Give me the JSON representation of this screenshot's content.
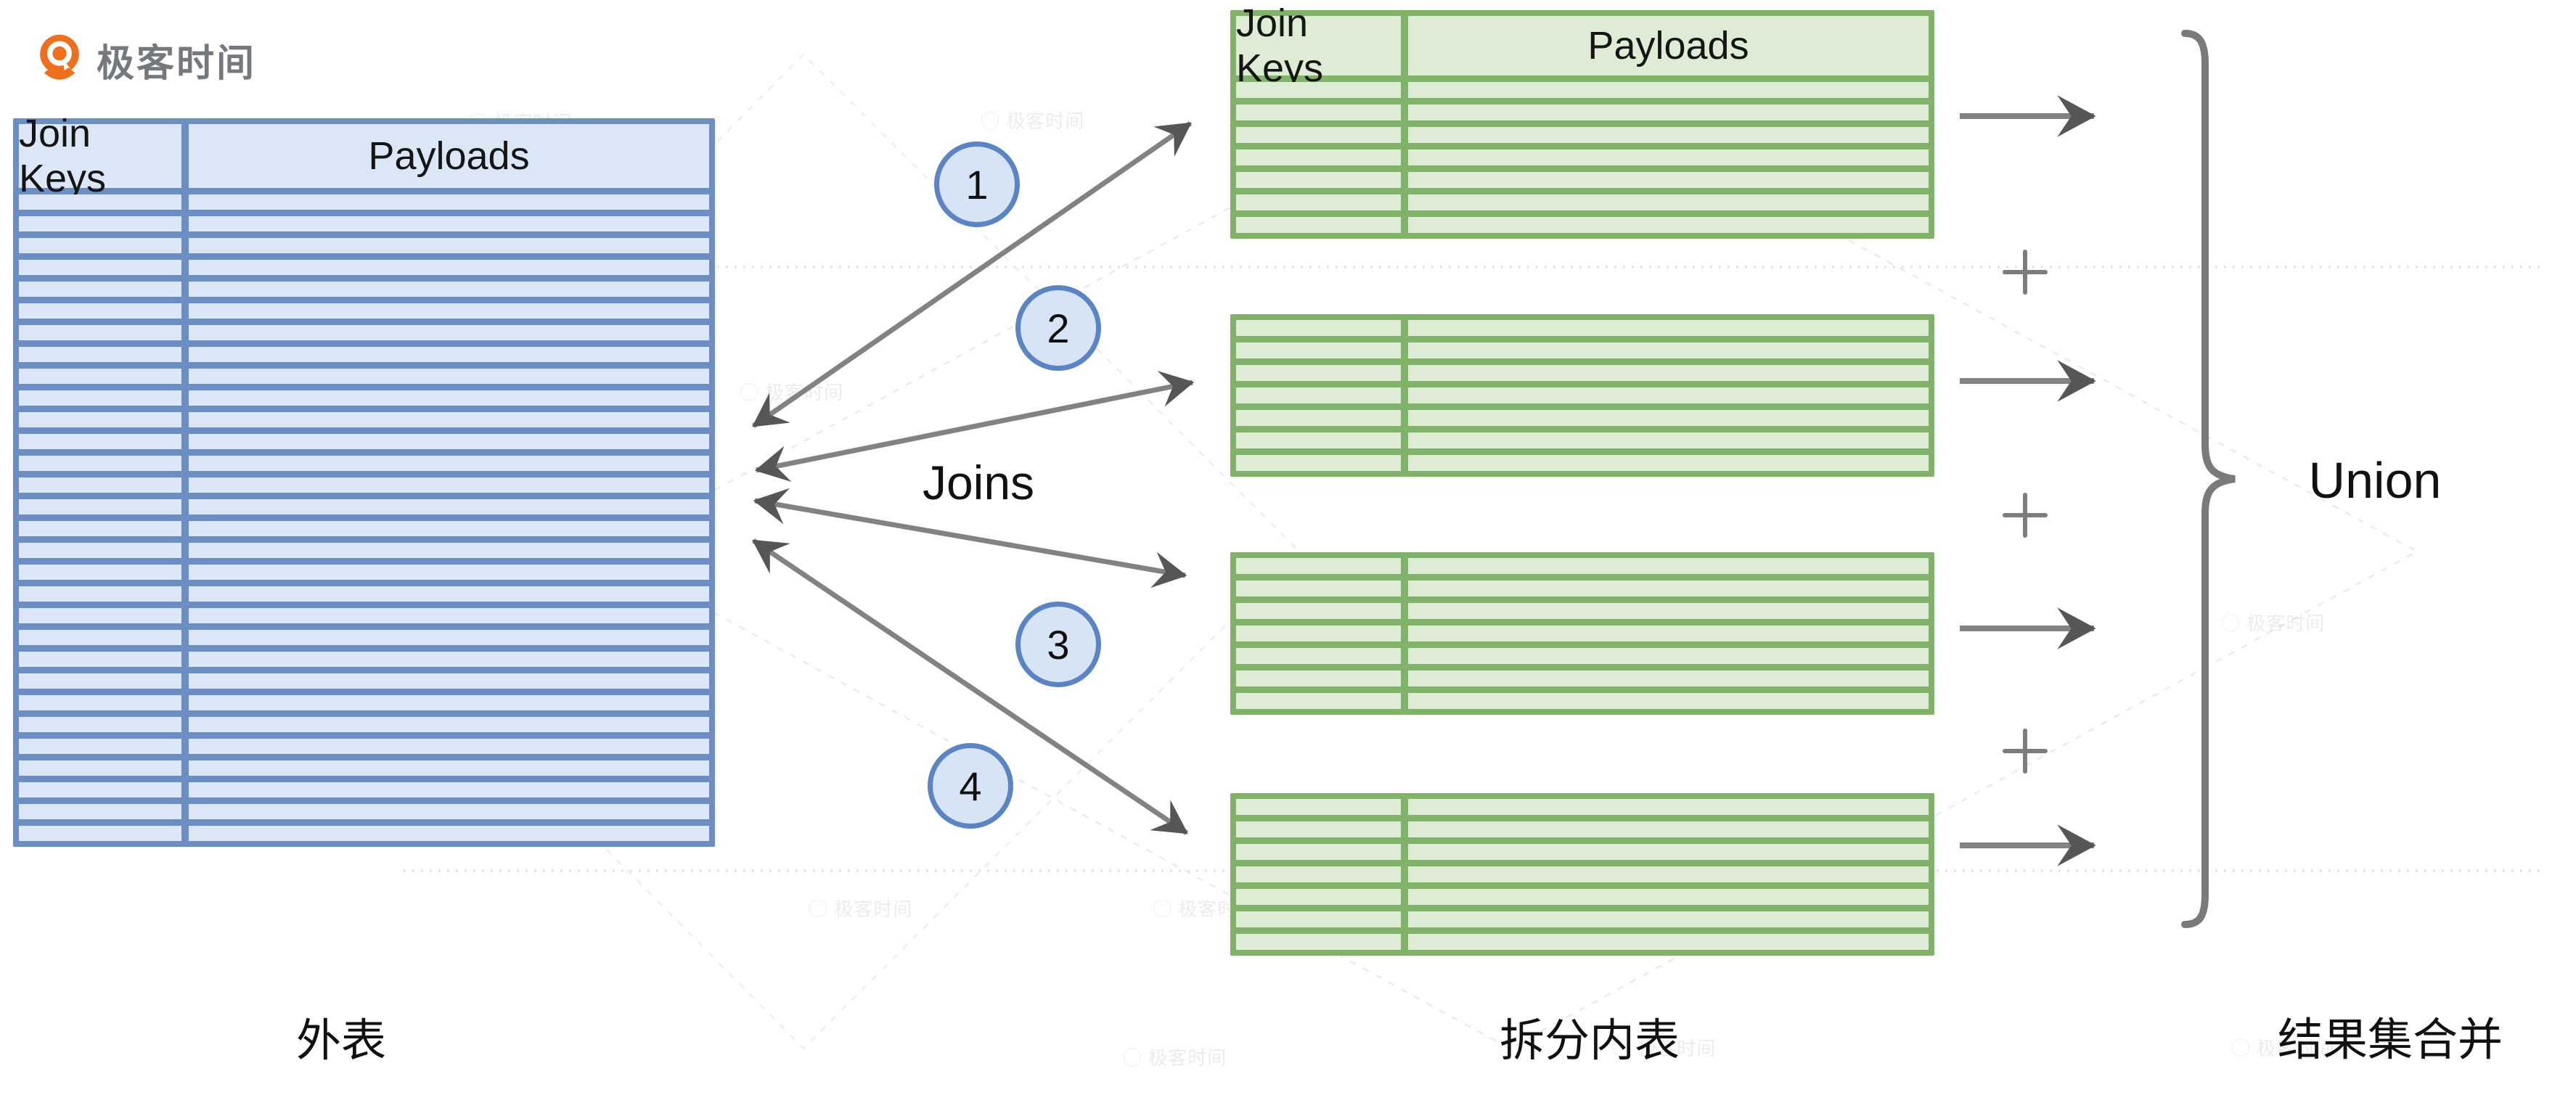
{
  "logo": {
    "brand_text": "极客时间",
    "icon": "geektime-pin-icon"
  },
  "outer_table": {
    "caption": "外表",
    "columns": [
      "Join Keys",
      "Payloads"
    ],
    "body_row_count": 30
  },
  "flow": {
    "joins_label": "Joins",
    "badges": [
      "1",
      "2",
      "3",
      "4"
    ]
  },
  "inner_tables": {
    "caption": "拆分内表",
    "columns": [
      "Join Keys",
      "Payloads"
    ],
    "table_count": 4,
    "body_row_count": 7,
    "plus_sign": "+"
  },
  "result": {
    "union_label": "Union",
    "caption": "结果集合并"
  },
  "watermark_text": "极客时间",
  "colors": {
    "outer_border": "#6d8ec2",
    "outer_fill": "#dbe7f7",
    "inner_border": "#81b269",
    "inner_fill": "#deecd6",
    "arrow_shaft": "#828282",
    "arrow_head": "#565656",
    "brace": "#7a7a7a",
    "badge_fill": "#d7e4f6",
    "badge_border": "#5b84c4",
    "accent_orange": "#ee6f1e"
  }
}
